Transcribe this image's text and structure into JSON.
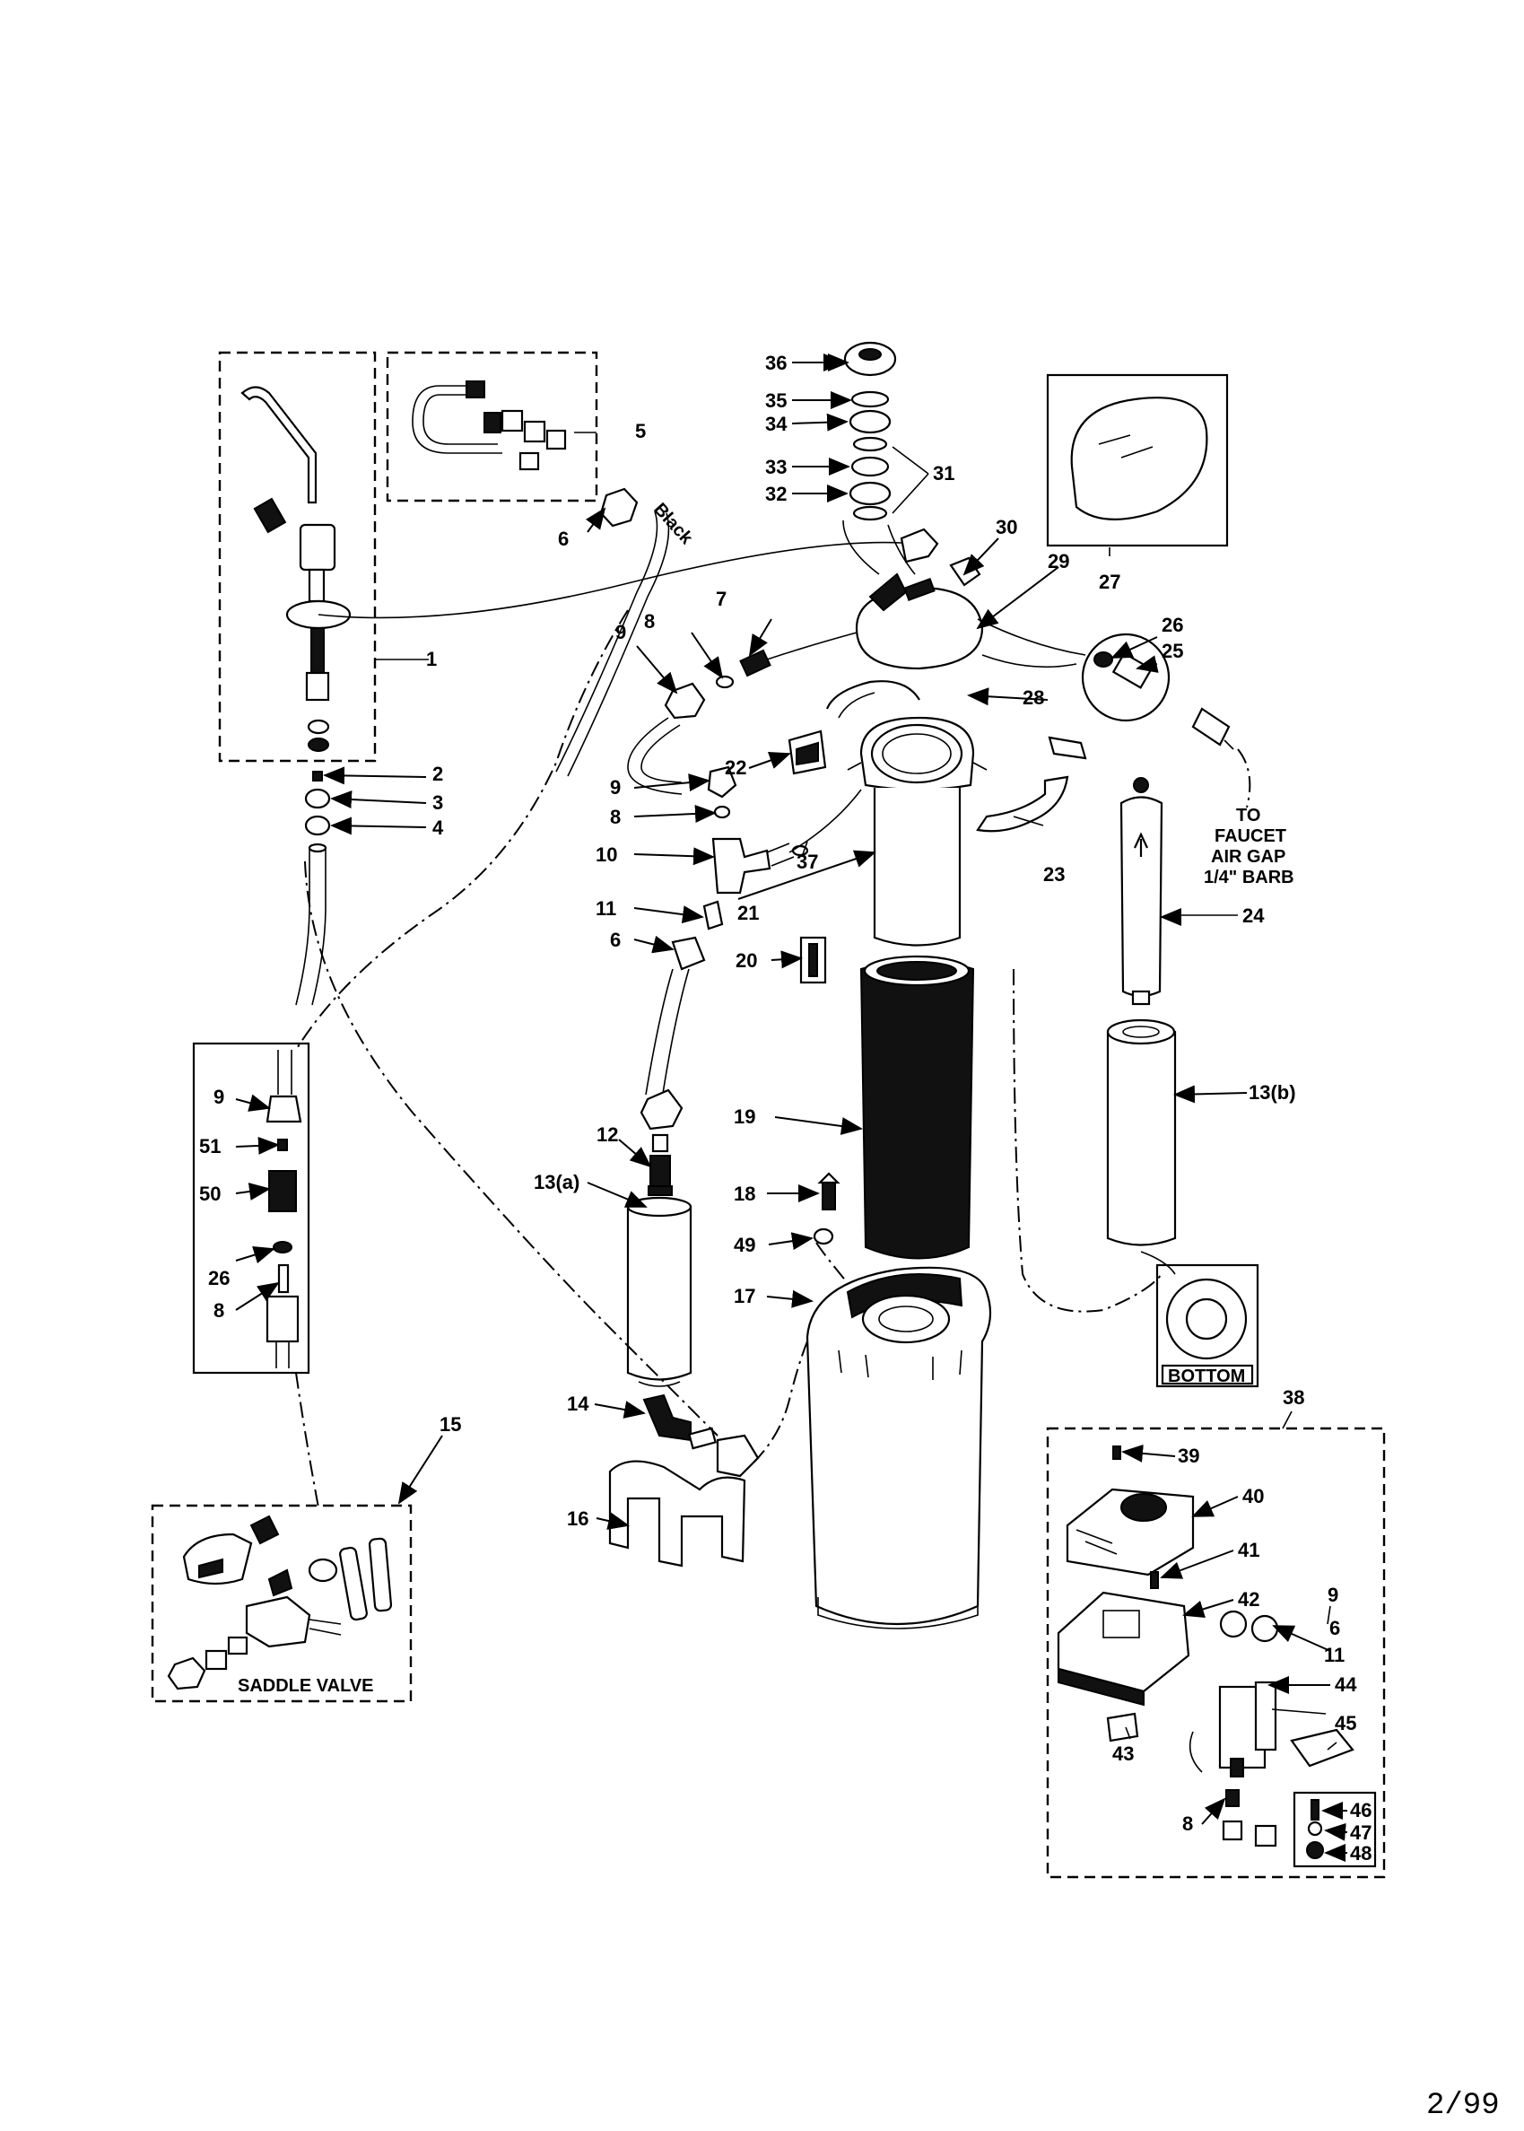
{
  "callouts": [
    "1",
    "2",
    "3",
    "4",
    "5",
    "6",
    "7",
    "8",
    "9",
    "10",
    "11",
    "12",
    "13(a)",
    "13(b)",
    "14",
    "15",
    "16",
    "17",
    "18",
    "19",
    "20",
    "21",
    "22",
    "23",
    "24",
    "25",
    "26",
    "27",
    "28",
    "29",
    "30",
    "31",
    "32",
    "33",
    "34",
    "35",
    "36",
    "37",
    "38",
    "39",
    "40",
    "41",
    "42",
    "43",
    "44",
    "45",
    "46",
    "47",
    "48",
    "49",
    "50",
    "51"
  ],
  "labels": {
    "black": "Black",
    "to_faucet": [
      "TO",
      "FAUCET",
      "AIR GAP",
      "1/4\" BARB"
    ],
    "bottom": "BOTTOM",
    "saddle_valve": "SADDLE VALVE"
  },
  "footer": {
    "date_code": "2/99"
  }
}
